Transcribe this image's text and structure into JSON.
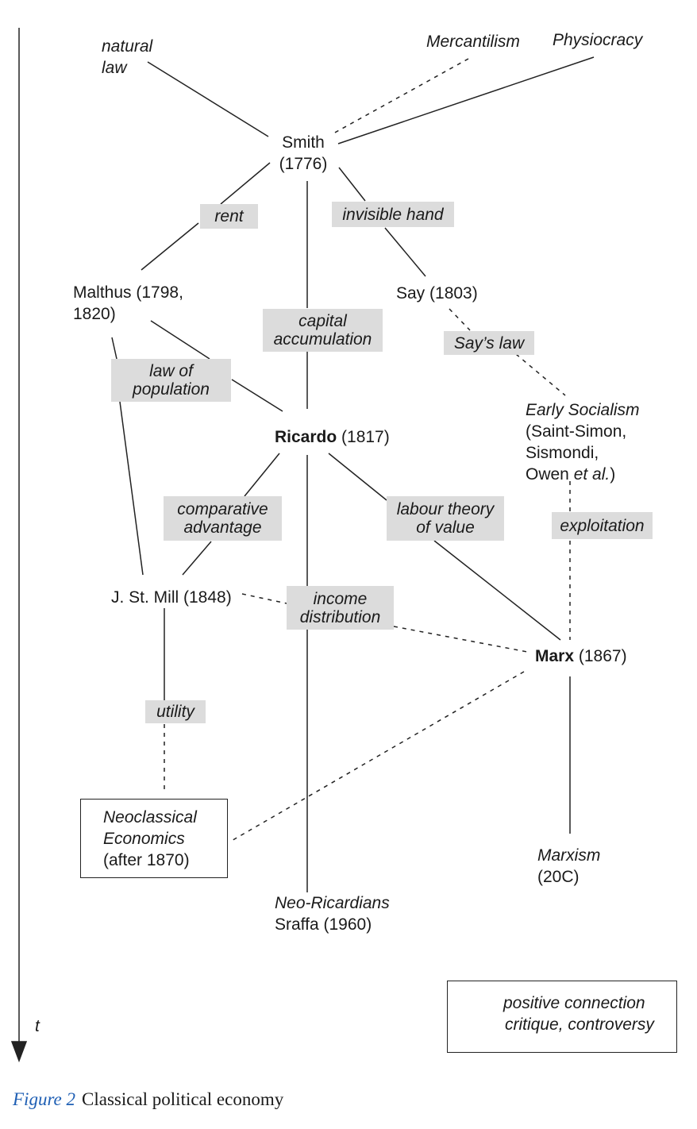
{
  "nodes": {
    "natural_law": [
      "natural",
      "law"
    ],
    "mercantilism": "Mercantilism",
    "physiocracy": "Physiocracy",
    "smith": [
      "Smith",
      "(1776)"
    ],
    "malthus": [
      "Malthus (1798,",
      "1820)"
    ],
    "say": "Say (1803)",
    "ricardo_name": "Ricardo",
    "ricardo_year": " (1817)",
    "early_socialism_title": "Early Socialism",
    "early_socialism_lines": [
      "(Saint-Simon,",
      "Sismondi,"
    ],
    "owen_text": "Owen ",
    "owen_etal": "et al.",
    "owen_close": ")",
    "mill": "J. St. Mill (1848)",
    "marx_name": "Marx",
    "marx_year": " (1867)",
    "neoclassical": [
      "Neoclassical",
      "Economics"
    ],
    "neoclassical_date": "(after 1870)",
    "neo_ricardians": "Neo-Ricardians",
    "sraffa": "Sraffa (1960)",
    "marxism": [
      "Marxism"
    ],
    "marxism_date": "(20C)"
  },
  "concepts": {
    "rent": "rent",
    "invisible_hand": "invisible hand",
    "capital_accumulation": [
      "capital",
      "accumulation"
    ],
    "says_law": "Say’s law",
    "law_of_population": [
      "law of",
      "population"
    ],
    "comparative_advantage": [
      "comparative",
      "advantage"
    ],
    "labour_theory": [
      "labour theory",
      "of value"
    ],
    "exploitation": "exploitation",
    "income_distribution": [
      "income",
      "distribution"
    ],
    "utility": "utility"
  },
  "axis": {
    "label": "t"
  },
  "legend": {
    "positive": "positive connection",
    "critique": "critique, controversy"
  },
  "caption": {
    "figure": "Figure 2",
    "title": "Classical political economy"
  }
}
